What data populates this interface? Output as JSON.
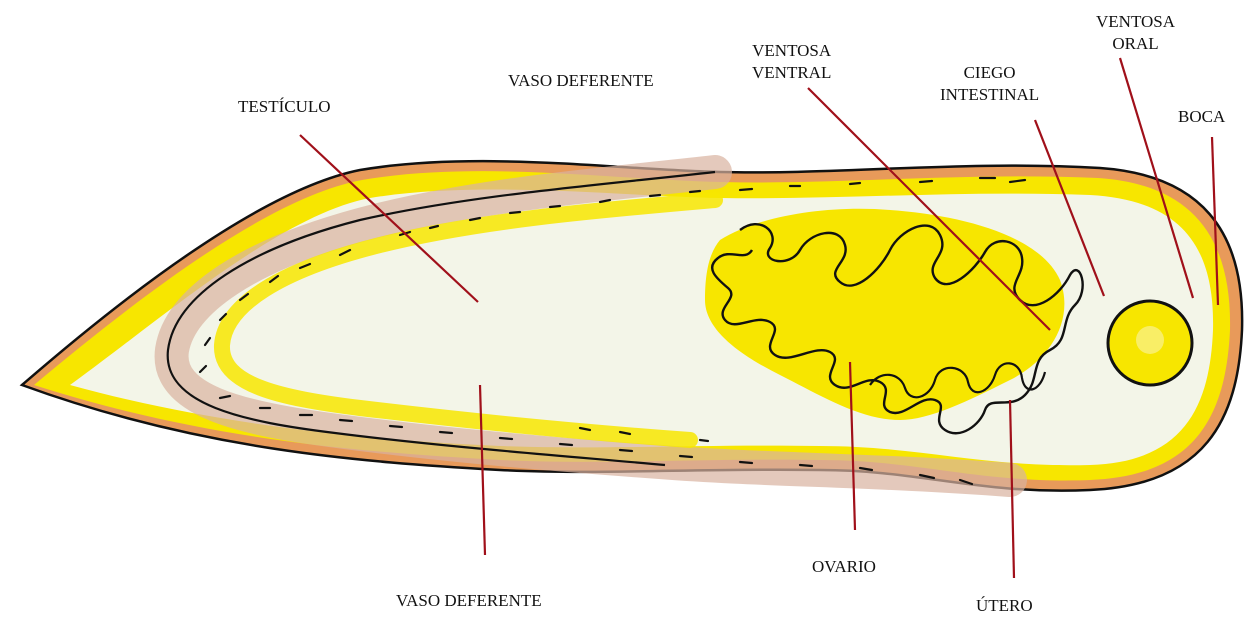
{
  "labels": {
    "vaso_deferente_top": "VASO DEFERENTE",
    "testiculo": "TESTÍCULO",
    "ventosa_ventral": [
      "VENTOSA",
      "VENTRAL"
    ],
    "ciego_intestinal": [
      "CIEGO",
      "INTESTINAL"
    ],
    "ventosa_oral": [
      "VENTOSA",
      "ORAL"
    ],
    "boca": "BOCA",
    "vaso_deferente_bottom": "VASO DEFERENTE",
    "ovario": "OVARIO",
    "utero": "ÚTERO"
  },
  "colors": {
    "leader_line": "#a0101a",
    "outline": "#111111",
    "yellow": "#f7e600",
    "pale_fill": "#f3f5e8",
    "orange_rim": "#e89a5a"
  }
}
